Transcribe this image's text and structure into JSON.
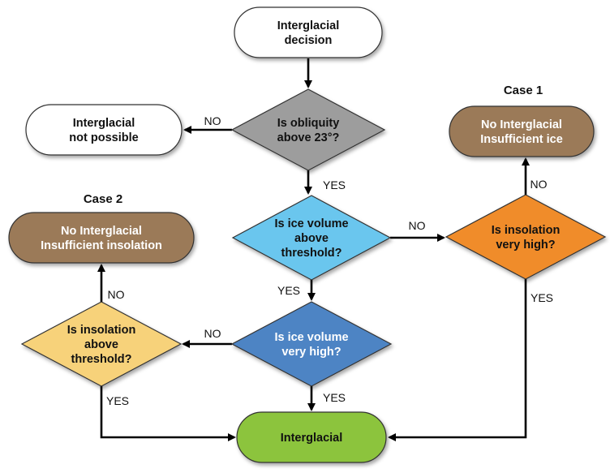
{
  "flowchart": {
    "nodes": {
      "start": {
        "lines": [
          "Interglacial",
          "decision"
        ],
        "shape": "rounded",
        "fill": "#ffffff"
      },
      "obliquity": {
        "lines": [
          "Is obliquity",
          "above 23°?"
        ],
        "shape": "diamond",
        "fill": "#9d9d9d"
      },
      "not_possible": {
        "lines": [
          "Interglacial",
          "not possible"
        ],
        "shape": "rounded",
        "fill": "#ffffff"
      },
      "ice_threshold": {
        "lines": [
          "Is ice volume",
          "above",
          "threshold?"
        ],
        "shape": "diamond",
        "fill": "#6bc6ee"
      },
      "insolation_very_high": {
        "lines": [
          "Is insolation",
          "very high?"
        ],
        "shape": "diamond",
        "fill": "#f08c2c"
      },
      "no_ice": {
        "lines": [
          "No Interglacial",
          "Insufficient ice"
        ],
        "shape": "rounded",
        "fill": "#9b7a58"
      },
      "ice_very_high": {
        "lines": [
          "Is ice volume",
          "very high?"
        ],
        "shape": "diamond",
        "fill": "#4d84c4"
      },
      "insolation_threshold": {
        "lines": [
          "Is insolation",
          "above",
          "threshold?"
        ],
        "shape": "diamond",
        "fill": "#f7d27a"
      },
      "no_insolation": {
        "lines": [
          "No Interglacial",
          "Insufficient insolation"
        ],
        "shape": "rounded",
        "fill": "#9b7a58"
      },
      "interglacial": {
        "lines": [
          "Interglacial"
        ],
        "shape": "rounded",
        "fill": "#8cc43c"
      }
    },
    "edges": [
      {
        "from": "start",
        "to": "obliquity",
        "label": ""
      },
      {
        "from": "obliquity",
        "to": "not_possible",
        "label": "NO"
      },
      {
        "from": "obliquity",
        "to": "ice_threshold",
        "label": "YES"
      },
      {
        "from": "ice_threshold",
        "to": "insolation_very_high",
        "label": "NO"
      },
      {
        "from": "insolation_very_high",
        "to": "no_ice",
        "label": "NO"
      },
      {
        "from": "insolation_very_high",
        "to": "interglacial",
        "label": "YES"
      },
      {
        "from": "ice_threshold",
        "to": "ice_very_high",
        "label": "YES"
      },
      {
        "from": "ice_very_high",
        "to": "insolation_threshold",
        "label": "NO"
      },
      {
        "from": "ice_very_high",
        "to": "interglacial",
        "label": "YES"
      },
      {
        "from": "insolation_threshold",
        "to": "no_insolation",
        "label": "NO"
      },
      {
        "from": "insolation_threshold",
        "to": "interglacial",
        "label": "YES"
      }
    ],
    "case_labels": {
      "case1": "Case 1",
      "case2": "Case 2"
    }
  }
}
